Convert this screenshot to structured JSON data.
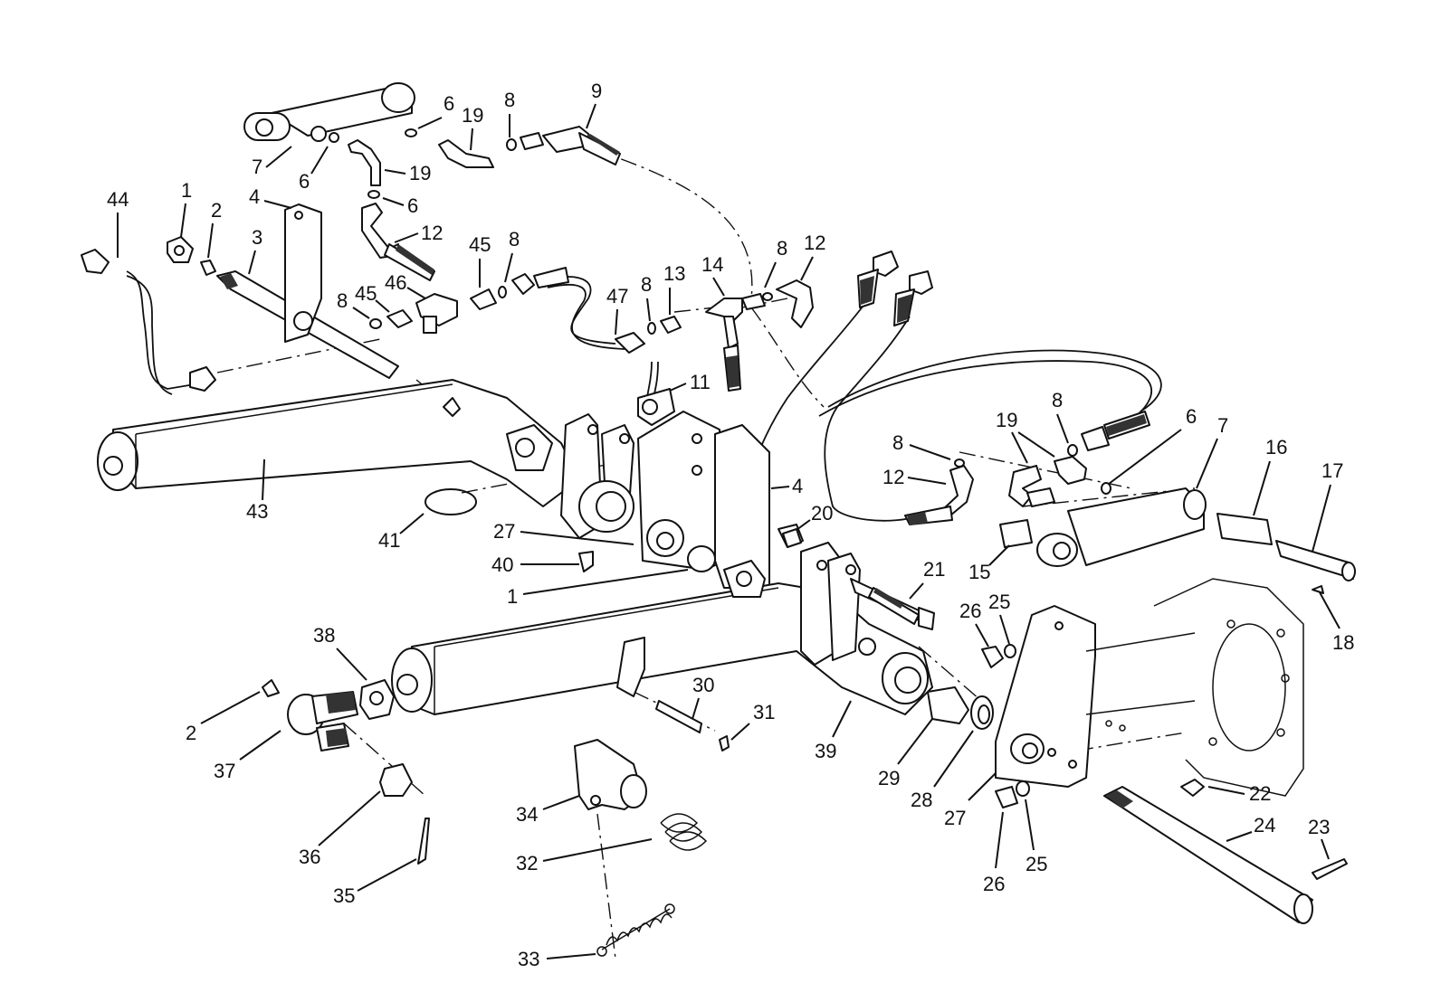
{
  "callouts": [
    {
      "id": "c1",
      "text": "1"
    },
    {
      "id": "c1b",
      "text": "1"
    },
    {
      "id": "c2",
      "text": "2"
    },
    {
      "id": "c2b",
      "text": "2"
    },
    {
      "id": "c3",
      "text": "3"
    },
    {
      "id": "c4",
      "text": "4"
    },
    {
      "id": "c4b",
      "text": "4"
    },
    {
      "id": "c6",
      "text": "6"
    },
    {
      "id": "c6b",
      "text": "6"
    },
    {
      "id": "c6c",
      "text": "6"
    },
    {
      "id": "c6d",
      "text": "6"
    },
    {
      "id": "c7",
      "text": "7"
    },
    {
      "id": "c7b",
      "text": "7"
    },
    {
      "id": "c8",
      "text": "8"
    },
    {
      "id": "c8b",
      "text": "8"
    },
    {
      "id": "c8c",
      "text": "8"
    },
    {
      "id": "c8d",
      "text": "8"
    },
    {
      "id": "c8e",
      "text": "8"
    },
    {
      "id": "c8f",
      "text": "8"
    },
    {
      "id": "c9",
      "text": "9"
    },
    {
      "id": "c11",
      "text": "11"
    },
    {
      "id": "c12",
      "text": "12"
    },
    {
      "id": "c12b",
      "text": "12"
    },
    {
      "id": "c12c",
      "text": "12"
    },
    {
      "id": "c13",
      "text": "13"
    },
    {
      "id": "c14",
      "text": "14"
    },
    {
      "id": "c15",
      "text": "15"
    },
    {
      "id": "c16",
      "text": "16"
    },
    {
      "id": "c17",
      "text": "17"
    },
    {
      "id": "c18",
      "text": "18"
    },
    {
      "id": "c19",
      "text": "19"
    },
    {
      "id": "c19b",
      "text": "19"
    },
    {
      "id": "c19c",
      "text": "19"
    },
    {
      "id": "c20",
      "text": "20"
    },
    {
      "id": "c21",
      "text": "21"
    },
    {
      "id": "c22",
      "text": "22"
    },
    {
      "id": "c23",
      "text": "23"
    },
    {
      "id": "c24",
      "text": "24"
    },
    {
      "id": "c25",
      "text": "25"
    },
    {
      "id": "c25b",
      "text": "25"
    },
    {
      "id": "c26",
      "text": "26"
    },
    {
      "id": "c26b",
      "text": "26"
    },
    {
      "id": "c27",
      "text": "27"
    },
    {
      "id": "c27b",
      "text": "27"
    },
    {
      "id": "c28",
      "text": "28"
    },
    {
      "id": "c29",
      "text": "29"
    },
    {
      "id": "c30",
      "text": "30"
    },
    {
      "id": "c31",
      "text": "31"
    },
    {
      "id": "c32",
      "text": "32"
    },
    {
      "id": "c33",
      "text": "33"
    },
    {
      "id": "c34",
      "text": "34"
    },
    {
      "id": "c35",
      "text": "35"
    },
    {
      "id": "c36",
      "text": "36"
    },
    {
      "id": "c37",
      "text": "37"
    },
    {
      "id": "c38",
      "text": "38"
    },
    {
      "id": "c39",
      "text": "39"
    },
    {
      "id": "c40",
      "text": "40"
    },
    {
      "id": "c41",
      "text": "41"
    },
    {
      "id": "c43",
      "text": "43"
    },
    {
      "id": "c44",
      "text": "44"
    },
    {
      "id": "c45",
      "text": "45"
    },
    {
      "id": "c45b",
      "text": "45"
    },
    {
      "id": "c46",
      "text": "46"
    },
    {
      "id": "c47",
      "text": "47"
    }
  ],
  "colors": {
    "ink": "#111111",
    "paper": "#ffffff"
  }
}
